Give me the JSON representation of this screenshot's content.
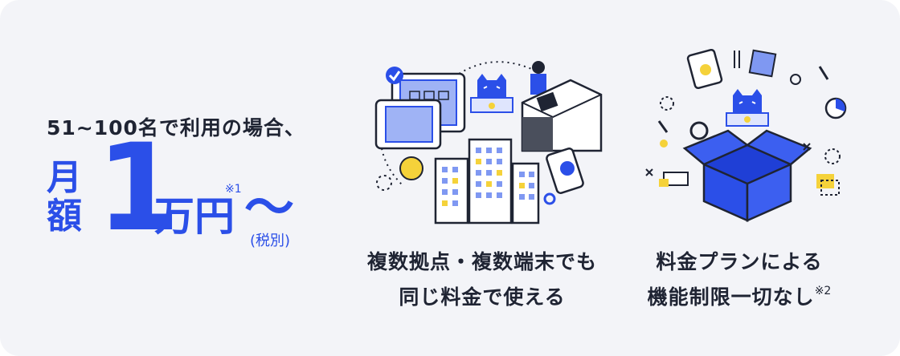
{
  "lead": "51~100名で利用の場合、",
  "price": {
    "monthly": "月額",
    "amount": "1",
    "unit": "万円",
    "tilde": "〜",
    "note": "※1",
    "tax": "(税別)"
  },
  "features": [
    {
      "line1": "複数拠点・複数端末でも",
      "line2": "同じ料金で使える",
      "note": ""
    },
    {
      "line1": "料金プランによる",
      "line2": "機能制限一切なし",
      "note": "※2"
    }
  ],
  "colors": {
    "accent": "#2b4fe8",
    "background": "#f3f4f8",
    "text": "#1f2433",
    "yellow": "#f5d23a"
  }
}
